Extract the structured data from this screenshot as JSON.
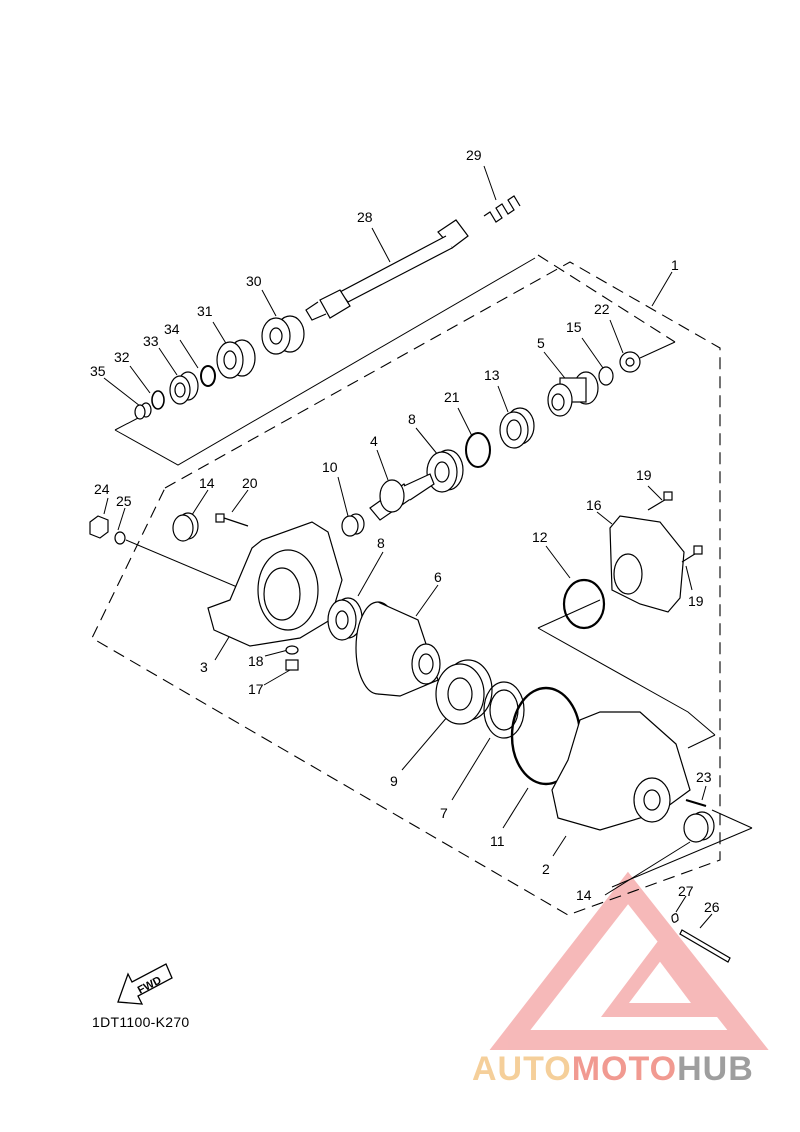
{
  "diagram": {
    "part_code": "1DT1100-K270",
    "fwd_label": "FWD",
    "watermark": {
      "part1": "AUTO",
      "part2": "MOTO",
      "part3": "HUB"
    },
    "callouts": [
      "29",
      "28",
      "1",
      "30",
      "31",
      "22",
      "34",
      "33",
      "15",
      "32",
      "35",
      "5",
      "13",
      "21",
      "8",
      "4",
      "10",
      "19",
      "24",
      "14",
      "20",
      "25",
      "16",
      "8",
      "12",
      "6",
      "19",
      "18",
      "3",
      "17",
      "9",
      "23",
      "7",
      "11",
      "2",
      "14",
      "27",
      "26"
    ]
  }
}
